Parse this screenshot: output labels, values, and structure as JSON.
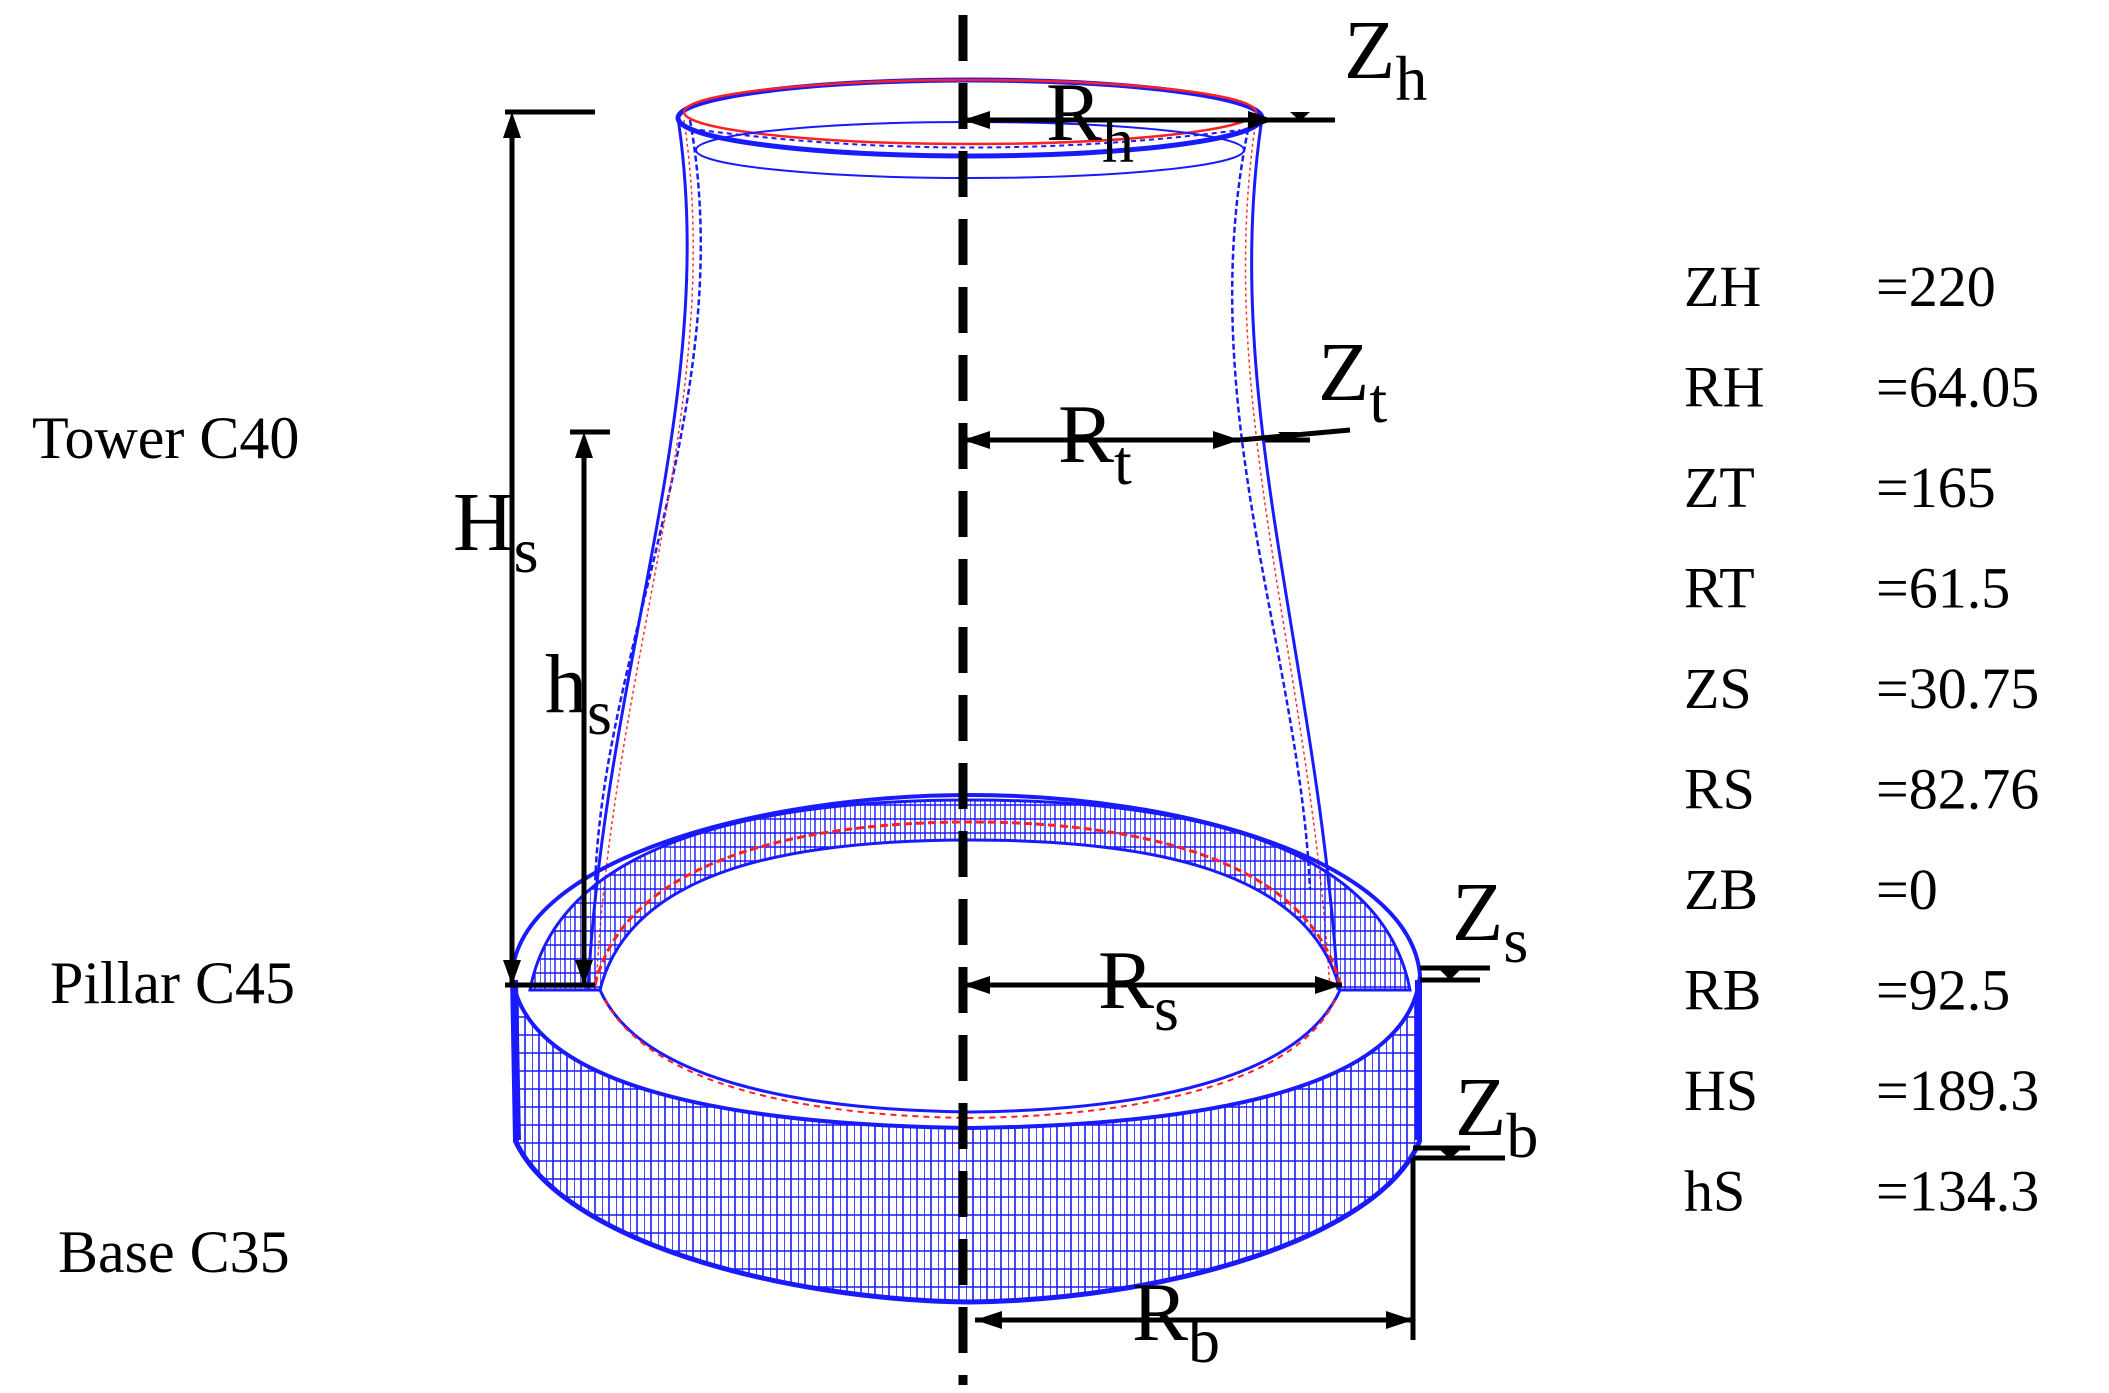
{
  "parts": {
    "tower": "Tower C40",
    "pillar": "Pillar C45",
    "base": "Base C35"
  },
  "dimensions": {
    "Rh": {
      "main": "R",
      "sub": "h"
    },
    "Zh": {
      "main": "Z",
      "sub": "h"
    },
    "Rt": {
      "main": "R",
      "sub": "t"
    },
    "Zt": {
      "main": "Z",
      "sub": "t"
    },
    "Rs": {
      "main": "R",
      "sub": "s"
    },
    "Zs": {
      "main": "Z",
      "sub": "s"
    },
    "Rb": {
      "main": "R",
      "sub": "b"
    },
    "Zb": {
      "main": "Z",
      "sub": "b"
    },
    "Hs": {
      "main": "H",
      "sub": "s"
    },
    "hs": {
      "main": "h",
      "sub": "s"
    }
  },
  "parameters": [
    {
      "name": "ZH",
      "value": "=220"
    },
    {
      "name": "RH",
      "value": "=64.05"
    },
    {
      "name": "ZT",
      "value": "=165"
    },
    {
      "name": "RT",
      "value": "=61.5"
    },
    {
      "name": "ZS",
      "value": "=30.75"
    },
    {
      "name": "RS",
      "value": "=82.76"
    },
    {
      "name": "ZB",
      "value": "=0"
    },
    {
      "name": "RB",
      "value": "=92.5"
    },
    {
      "name": "HS",
      "value": "=189.3"
    },
    {
      "name": "hS",
      "value": "=134.3"
    }
  ],
  "colors": {
    "mesh": "#1a1aff",
    "mesh_accent": "#ff2020",
    "ink": "#000000"
  }
}
